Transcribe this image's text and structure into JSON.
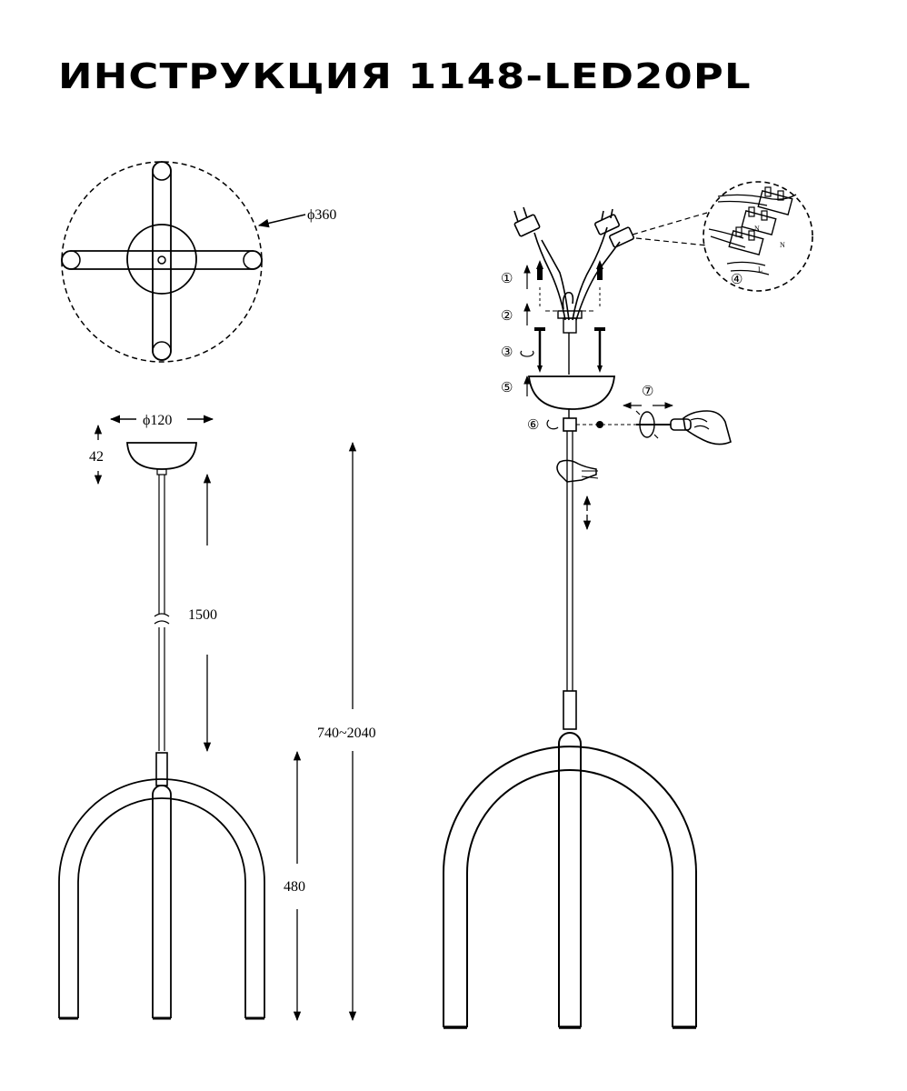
{
  "title": "ИНСТРУКЦИЯ 1148-LED20PL",
  "dimensions": {
    "diameter_top": "ϕ360",
    "diameter_canopy": "ϕ120",
    "canopy_height": "42",
    "cable_length": "1500",
    "total_height": "740~2040",
    "body_height": "480"
  },
  "steps": [
    "①",
    "②",
    "③",
    "④",
    "⑤",
    "⑥",
    "⑦"
  ],
  "wire_labels": {
    "neutral": "N",
    "live": "L"
  },
  "icons": [
    "hand-icon",
    "screwdriver-icon",
    "screw-icon",
    "arrow-icon"
  ]
}
